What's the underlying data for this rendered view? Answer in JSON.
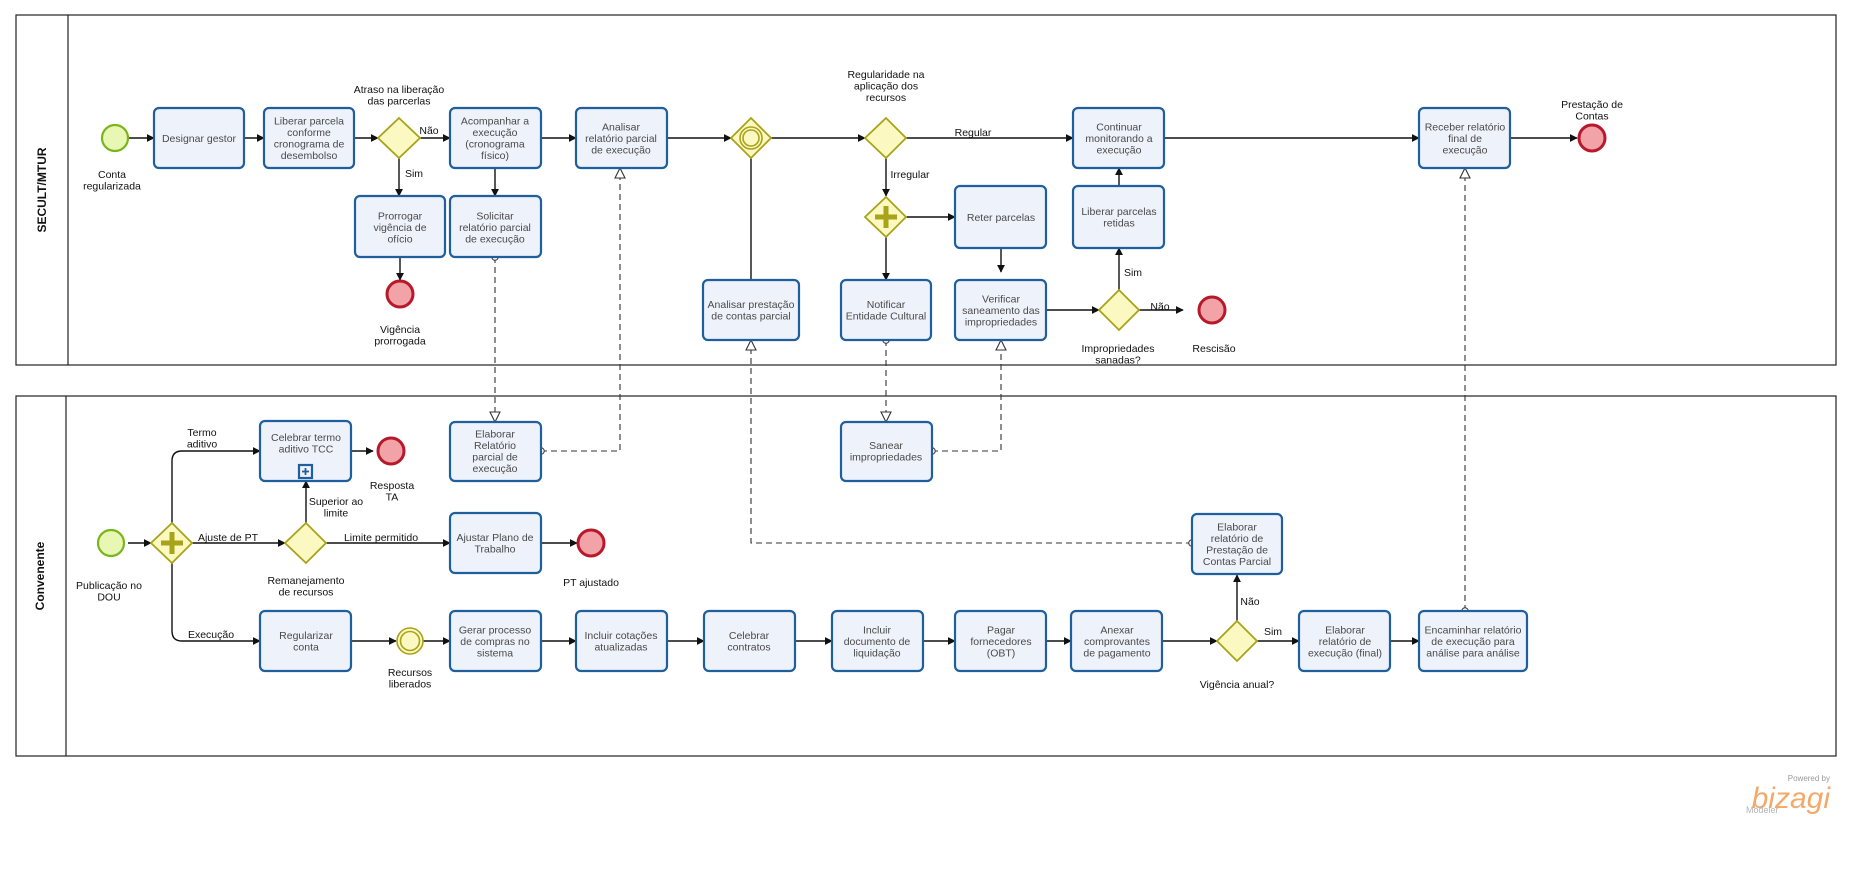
{
  "pools": [
    {
      "name": "SECULT/MTUR"
    },
    {
      "name": "Convenente"
    }
  ],
  "tasks": [
    {
      "id": "t-designar-gestor",
      "lines": [
        "Designar gestor"
      ]
    },
    {
      "id": "t-liberar-parcela",
      "lines": [
        "Liberar parcela",
        "conforme",
        "cronograma de",
        "desembolso"
      ]
    },
    {
      "id": "t-acompanhar",
      "lines": [
        "Acompanhar a",
        "execução",
        "(cronograma",
        "físico)"
      ]
    },
    {
      "id": "t-analisar-relatorio",
      "lines": [
        "Analisar",
        "relatório parcial",
        "de execução"
      ]
    },
    {
      "id": "t-prorrogar",
      "lines": [
        "Prorrogar",
        "vigência de",
        "ofício"
      ]
    },
    {
      "id": "t-solicitar",
      "lines": [
        "Solicitar",
        "relatório parcial",
        "de execução"
      ]
    },
    {
      "id": "t-analisar-prestacao",
      "lines": [
        "Analisar prestação",
        "de contas parcial"
      ]
    },
    {
      "id": "t-notificar",
      "lines": [
        "Notificar",
        "Entidade Cultural"
      ]
    },
    {
      "id": "t-reter",
      "lines": [
        "Reter parcelas"
      ]
    },
    {
      "id": "t-verificar",
      "lines": [
        "Verificar",
        "saneamento das",
        "impropriedades"
      ]
    },
    {
      "id": "t-liberar-retidas",
      "lines": [
        "Liberar parcelas",
        "retidas"
      ]
    },
    {
      "id": "t-continuar",
      "lines": [
        "Continuar",
        "monitorando a",
        "execução"
      ]
    },
    {
      "id": "t-receber-final",
      "lines": [
        "Receber relatório",
        "final de",
        "execução"
      ]
    },
    {
      "id": "t-celebrar-termo",
      "lines": [
        "Celebrar termo",
        "aditivo TCC"
      ]
    },
    {
      "id": "t-elaborar-parcial",
      "lines": [
        "Elaborar",
        "Relatório",
        "parcial de",
        "execução"
      ]
    },
    {
      "id": "t-sanear",
      "lines": [
        "Sanear",
        "impropriedades"
      ]
    },
    {
      "id": "t-ajustar-pt",
      "lines": [
        "Ajustar Plano de",
        "Trabalho"
      ]
    },
    {
      "id": "t-elaborar-prestacao",
      "lines": [
        "Elaborar",
        "relatório de",
        "Prestação de",
        "Contas Parcial"
      ]
    },
    {
      "id": "t-regularizar",
      "lines": [
        "Regularizar",
        "conta"
      ]
    },
    {
      "id": "t-gerar-processo",
      "lines": [
        "Gerar processo",
        "de compras no",
        "sistema"
      ]
    },
    {
      "id": "t-incluir-cotacoes",
      "lines": [
        "Incluir cotações",
        "atualizadas"
      ]
    },
    {
      "id": "t-celebrar-contratos",
      "lines": [
        "Celebrar",
        "contratos"
      ]
    },
    {
      "id": "t-incluir-liquidacao",
      "lines": [
        "Incluir",
        "documento de",
        "liquidação"
      ]
    },
    {
      "id": "t-pagar",
      "lines": [
        "Pagar",
        "fornecedores",
        "(OBT)"
      ]
    },
    {
      "id": "t-anexar",
      "lines": [
        "Anexar",
        "comprovantes",
        "de pagamento"
      ]
    },
    {
      "id": "t-elaborar-final",
      "lines": [
        "Elaborar",
        "relatório de",
        "execução (final)"
      ]
    },
    {
      "id": "t-encaminhar",
      "lines": [
        "Encaminhar relatório",
        "de execução para",
        "análise para análise"
      ]
    }
  ],
  "event_labels": [
    {
      "id": "ev-conta-regularizada",
      "lines": [
        "Conta",
        "regularizada"
      ]
    },
    {
      "id": "ev-vigencia-prorrogada",
      "lines": [
        "Vigência",
        "prorrogada"
      ]
    },
    {
      "id": "ev-rescisao",
      "lines": [
        "Rescisão"
      ]
    },
    {
      "id": "ev-prestacao-contas",
      "lines": [
        "Prestação de",
        "Contas"
      ]
    },
    {
      "id": "ev-publicacao-dou",
      "lines": [
        "Publicação no",
        "DOU"
      ]
    },
    {
      "id": "ev-resposta-ta",
      "lines": [
        "Resposta",
        "TA"
      ]
    },
    {
      "id": "ev-pt-ajustado",
      "lines": [
        "PT ajustado"
      ]
    },
    {
      "id": "ev-recursos-liberados",
      "lines": [
        "Recursos",
        "liberados"
      ]
    }
  ],
  "gateway_labels": [
    {
      "id": "gw-atraso",
      "lines": [
        "Atraso na liberação",
        "das parcerlas"
      ]
    },
    {
      "id": "gw-regularidade",
      "lines": [
        "Regularidade na",
        "aplicação dos",
        "recursos"
      ]
    },
    {
      "id": "gw-impropriedades",
      "lines": [
        "Impropriedades",
        "sanadas?"
      ]
    },
    {
      "id": "gw-remanejamento",
      "lines": [
        "Remanejamento",
        "de recursos"
      ]
    },
    {
      "id": "gw-vigencia-anual",
      "lines": [
        "Vigência anual?"
      ]
    }
  ],
  "flow_labels": [
    {
      "id": "fl-nao-atraso",
      "lines": [
        "Não"
      ]
    },
    {
      "id": "fl-sim-atraso",
      "lines": [
        "Sim"
      ]
    },
    {
      "id": "fl-regular",
      "lines": [
        "Regular"
      ]
    },
    {
      "id": "fl-irregular",
      "lines": [
        "Irregular"
      ]
    },
    {
      "id": "fl-sim-impropriedades",
      "lines": [
        "Sim"
      ]
    },
    {
      "id": "fl-nao-impropriedades",
      "lines": [
        "Não"
      ]
    },
    {
      "id": "fl-termo-aditivo",
      "lines": [
        "Termo",
        "aditivo"
      ]
    },
    {
      "id": "fl-ajuste-pt",
      "lines": [
        "Ajuste de PT"
      ]
    },
    {
      "id": "fl-execucao",
      "lines": [
        "Execução"
      ]
    },
    {
      "id": "fl-superior-limite",
      "lines": [
        "Superior ao",
        "limite"
      ]
    },
    {
      "id": "fl-limite-permitido",
      "lines": [
        "Limite permitido"
      ]
    },
    {
      "id": "fl-nao-vigencia",
      "lines": [
        "Não"
      ]
    },
    {
      "id": "fl-sim-vigencia",
      "lines": [
        "Sim"
      ]
    }
  ],
  "watermark": {
    "powered": "Powered by",
    "brand": "bizagi",
    "product": "Modeler"
  },
  "colors": {
    "task_fill": "#eef2fb",
    "task_stroke": "#1f5f9e",
    "gateway_fill": "#fbf8c2",
    "gateway_stroke": "#a8a319",
    "start_fill": "#e9f7b4",
    "start_stroke": "#7ab51d",
    "end_fill": "#f2a3a8",
    "end_stroke": "#b8192a",
    "watermark_brand": "#f2a96a"
  }
}
